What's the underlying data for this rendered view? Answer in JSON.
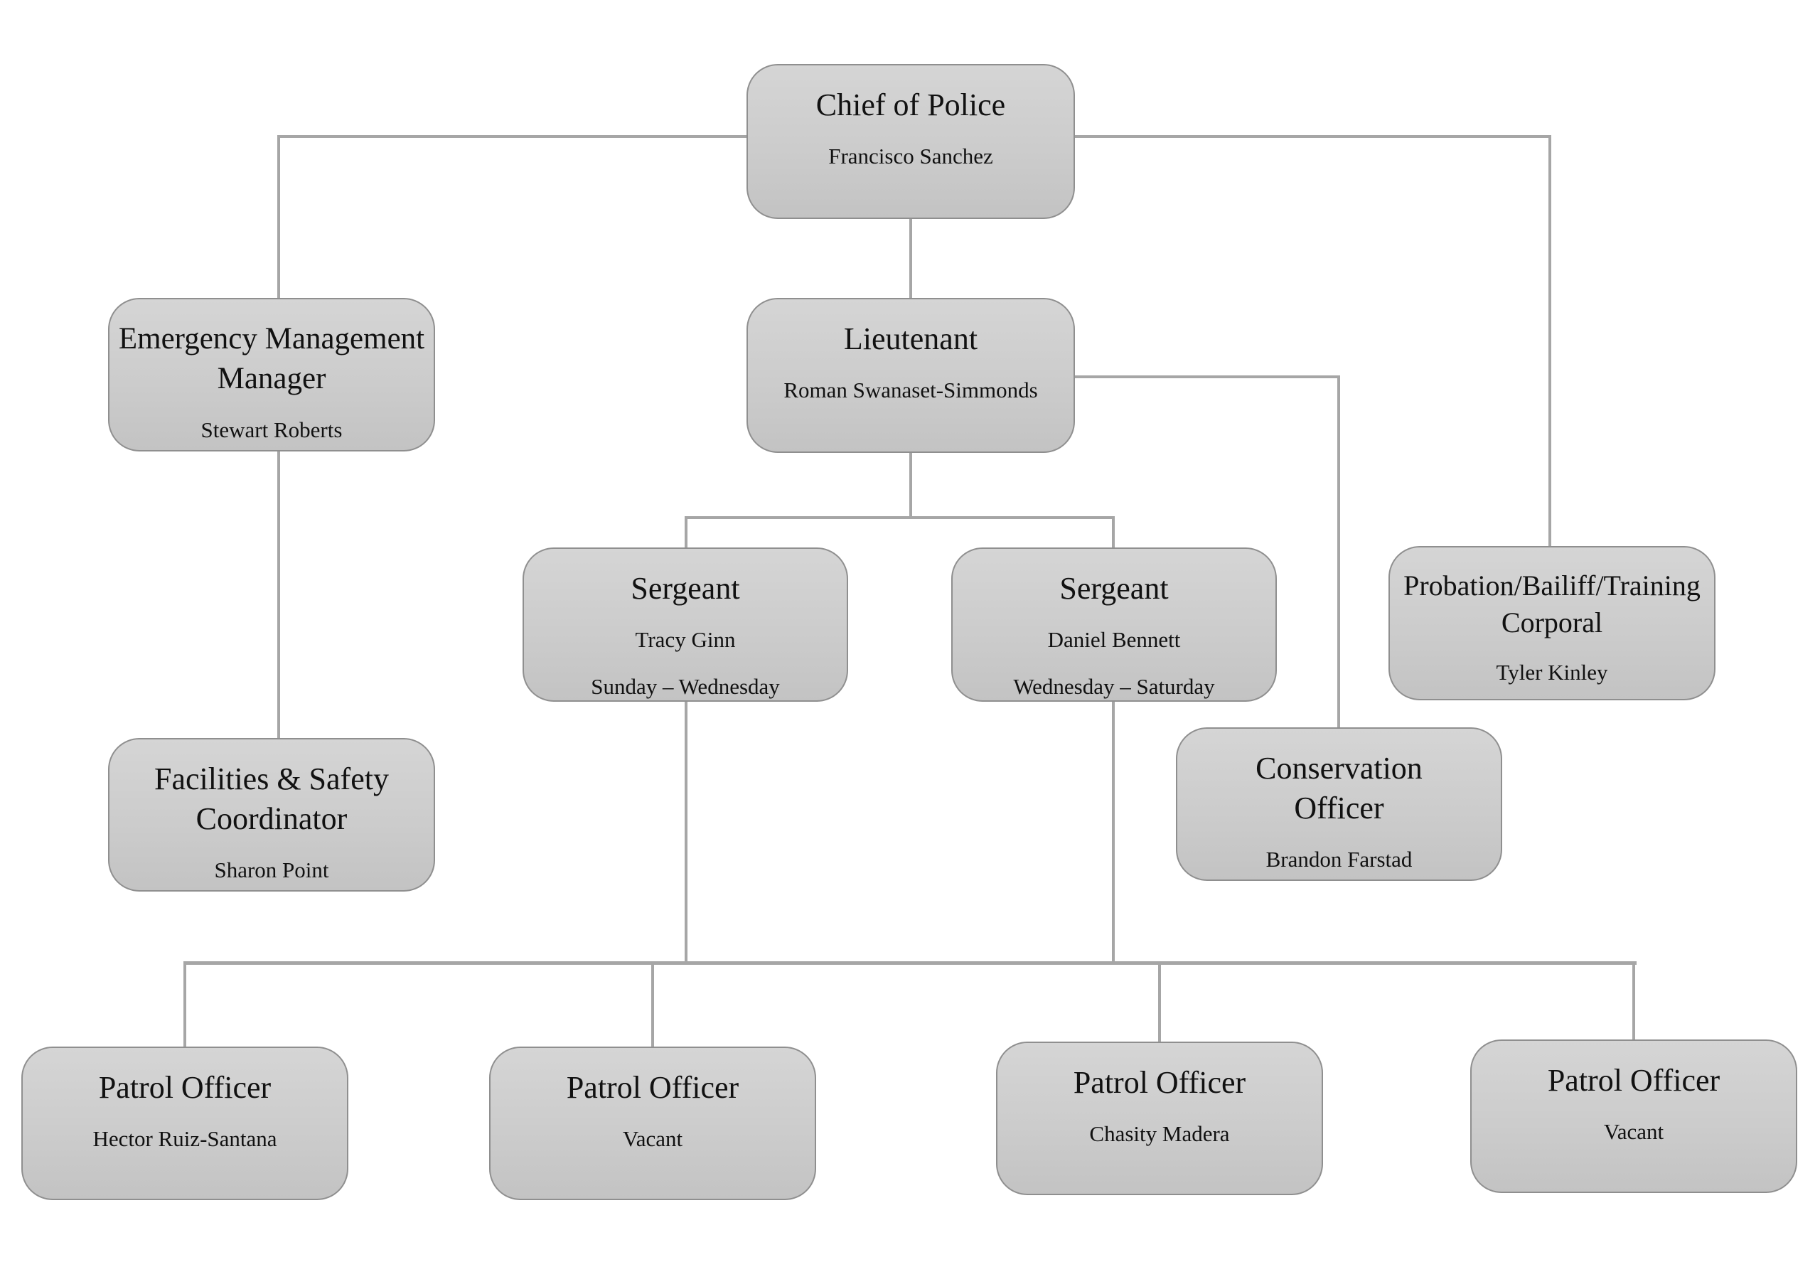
{
  "org": {
    "nodes": {
      "chief": {
        "title": "Chief of Police",
        "name": "Francisco Sanchez",
        "reports_to": null
      },
      "emergency_management_manager": {
        "title": "Emergency Management Manager",
        "name": "Stewart Roberts",
        "reports_to": "chief"
      },
      "lieutenant": {
        "title": "Lieutenant",
        "name": "Roman Swanaset-Simmonds",
        "reports_to": "chief"
      },
      "probation_bailiff_training_corporal": {
        "title": "Probation/Bailiff/Training Corporal",
        "name": "Tyler Kinley",
        "reports_to": "chief"
      },
      "sergeant_1": {
        "title": "Sergeant",
        "name": "Tracy Ginn",
        "schedule": "Sunday – Wednesday",
        "reports_to": "lieutenant"
      },
      "sergeant_2": {
        "title": "Sergeant",
        "name": "Daniel Bennett",
        "schedule": "Wednesday – Saturday",
        "reports_to": "lieutenant"
      },
      "conservation_officer": {
        "title": "Conservation Officer",
        "name": "Brandon Farstad",
        "reports_to": "lieutenant"
      },
      "facilities_safety_coordinator": {
        "title": "Facilities & Safety Coordinator",
        "name": "Sharon Point",
        "reports_to": "emergency_management_manager"
      },
      "patrol_officer_1": {
        "title": "Patrol Officer",
        "name": "Hector Ruiz-Santana",
        "reports_to": "sergeant_1"
      },
      "patrol_officer_2": {
        "title": "Patrol Officer",
        "name": "Vacant",
        "reports_to": "sergeant_1"
      },
      "patrol_officer_3": {
        "title": "Patrol Officer",
        "name": "Chasity Madera",
        "reports_to": "sergeant_2"
      },
      "patrol_officer_4": {
        "title": "Patrol Officer",
        "name": "Vacant",
        "reports_to": "sergeant_2"
      }
    }
  },
  "colors": {
    "background": "#ffffff",
    "box_fill_top": "#d5d5d5",
    "box_fill_bottom": "#c3c3c3",
    "box_border": "#8f8f8f",
    "line_color": "#a6a6a6",
    "text_color": "#111111"
  }
}
